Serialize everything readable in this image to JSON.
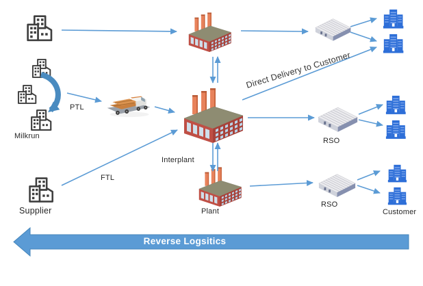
{
  "diagram": {
    "labels": {
      "milkrun": "Milkrun",
      "ptl": "PTL",
      "ftl": "FTL",
      "supplier": "Supplier",
      "interplant": "Interplant",
      "plant": "Plant",
      "rso": "RSO",
      "customer": "Customer",
      "direct_delivery": "Direct Delivery to Customer"
    },
    "banner": {
      "label": "Reverse Logsitics"
    },
    "icons": {
      "supplier": "buildings-outline-icon",
      "milkrun_cluster": "buildings-outline-icon",
      "transport": "truck-lumber-icon",
      "plant": "factory-icon",
      "rso": "warehouse-icon",
      "customer": "office-building-icon",
      "milkrun_loop": "curved-arrow-icon",
      "reverse": "left-block-arrow-icon"
    },
    "colors": {
      "connector_blue": "#5b9bd5",
      "loop_arrow_blue": "#4a8bc0",
      "banner_blue": "#5b9bd5",
      "banner_border": "#4486bb",
      "customer_blue": "#2e6fd8",
      "customer_stripe": "#7fa7ec",
      "factory_wall": "#bf4f45",
      "factory_wall_dark": "#a8423a",
      "factory_roof": "#8e8c72",
      "chimney_orange": "#e8835c",
      "warehouse_roof": "#ececef",
      "warehouse_wall": "#8690af",
      "outline_dark": "#3f3f3f",
      "label_text": "#262626",
      "banner_text": "#ffffff"
    }
  }
}
